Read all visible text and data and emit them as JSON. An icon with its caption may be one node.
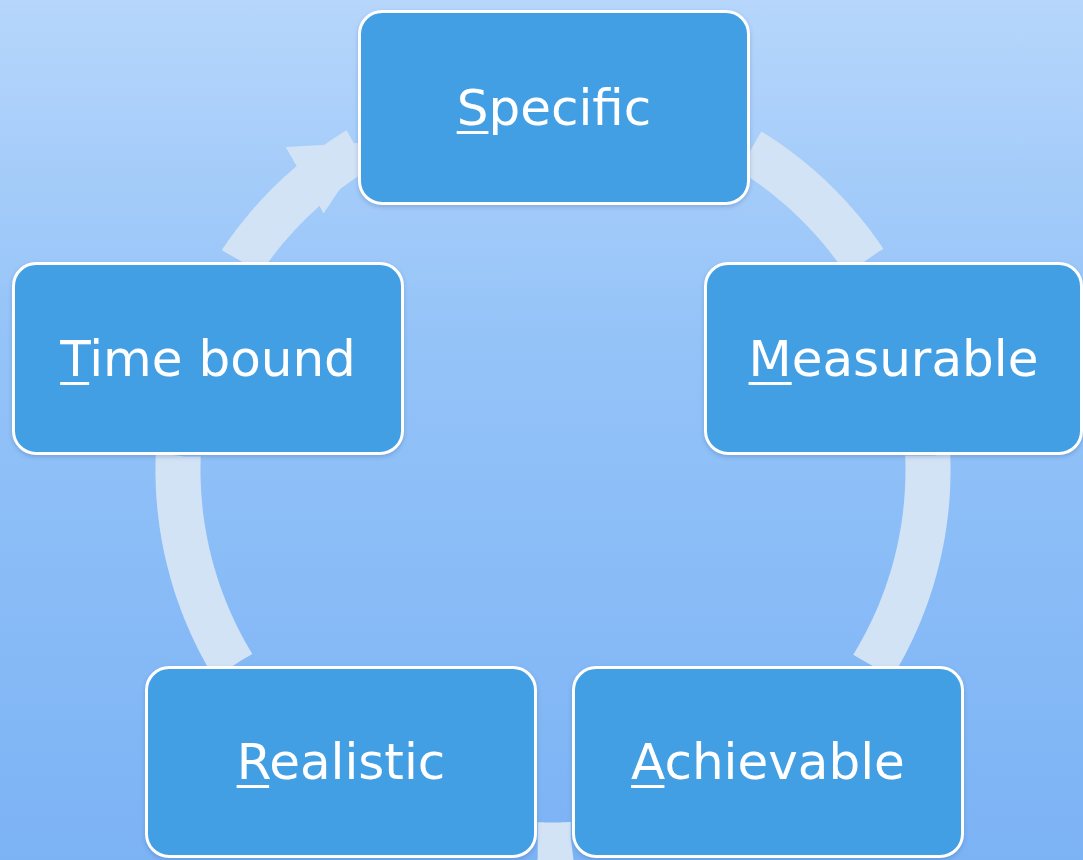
{
  "diagram": {
    "nodes": [
      {
        "text": [
          "Specific"
        ]
      },
      {
        "text": [
          "Measurable"
        ]
      },
      {
        "text": [
          "Achievable"
        ]
      },
      {
        "text": [
          "Realistic"
        ]
      },
      {
        "text": [
          "Time bound"
        ]
      }
    ],
    "edges": [
      {
        "from": 0,
        "to": 1,
        "arrow": "none"
      },
      {
        "from": 1,
        "to": 2,
        "arrow": "none"
      },
      {
        "from": 2,
        "to": 3,
        "arrow": "none"
      },
      {
        "from": 3,
        "to": 4,
        "arrow": "none"
      },
      {
        "from": 4,
        "to": 0,
        "arrow": "to"
      }
    ]
  }
}
